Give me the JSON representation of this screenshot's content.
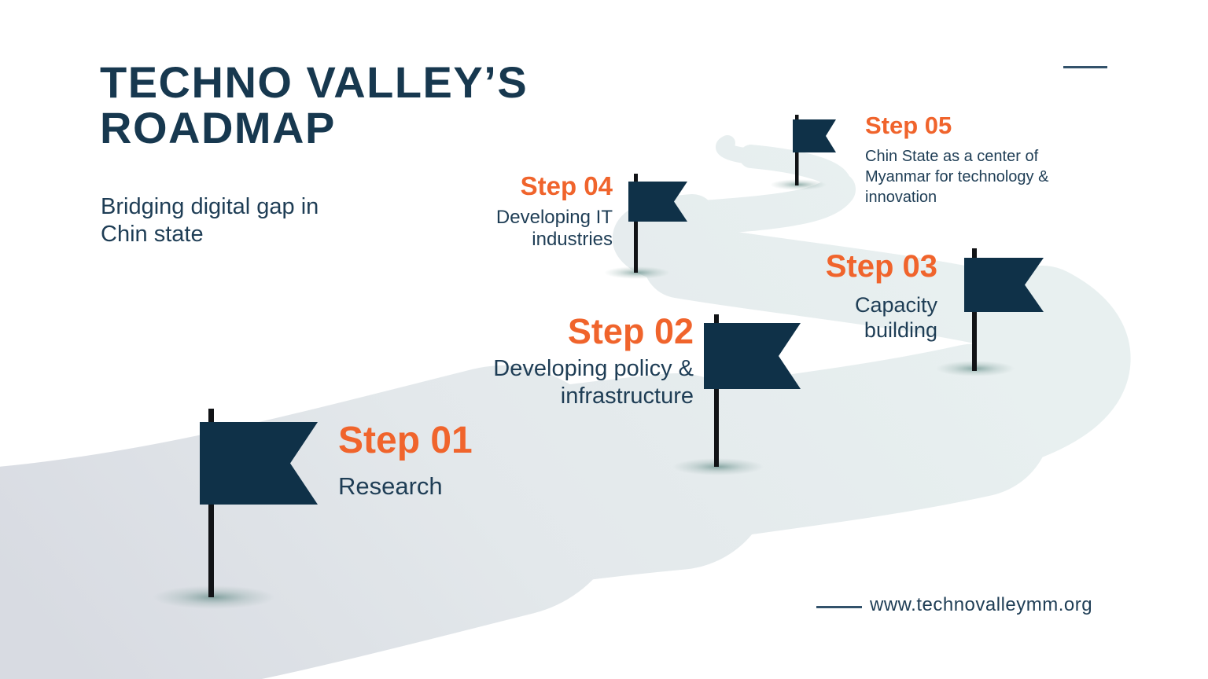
{
  "header": {
    "title_line1": "TECHNO VALLEY’S",
    "title_line2": "ROADMAP",
    "subtitle": "Bridging digital gap in Chin state"
  },
  "steps": [
    {
      "label": "Step 01",
      "desc": "Research"
    },
    {
      "label": "Step 02",
      "desc": "Developing policy & infrastructure"
    },
    {
      "label": "Step 03",
      "desc": "Capacity building"
    },
    {
      "label": "Step 04",
      "desc": "Developing IT industries"
    },
    {
      "label": "Step 05",
      "desc": "Chin State as a center of Myanmar for technology & innovation"
    }
  ],
  "footer": {
    "website": "www.technovalleymm.org"
  },
  "colors": {
    "accent_orange": "#f0642c",
    "navy_text": "#1e3d55",
    "title_navy": "#17384f",
    "flag_navy": "#0f3148",
    "pole_black": "#111316",
    "road_dark": "#dadde4",
    "road_light": "#e8f0f0"
  },
  "icons": [
    "flag-icon-step-01",
    "flag-icon-step-02",
    "flag-icon-step-03",
    "flag-icon-step-04",
    "flag-icon-step-05"
  ]
}
